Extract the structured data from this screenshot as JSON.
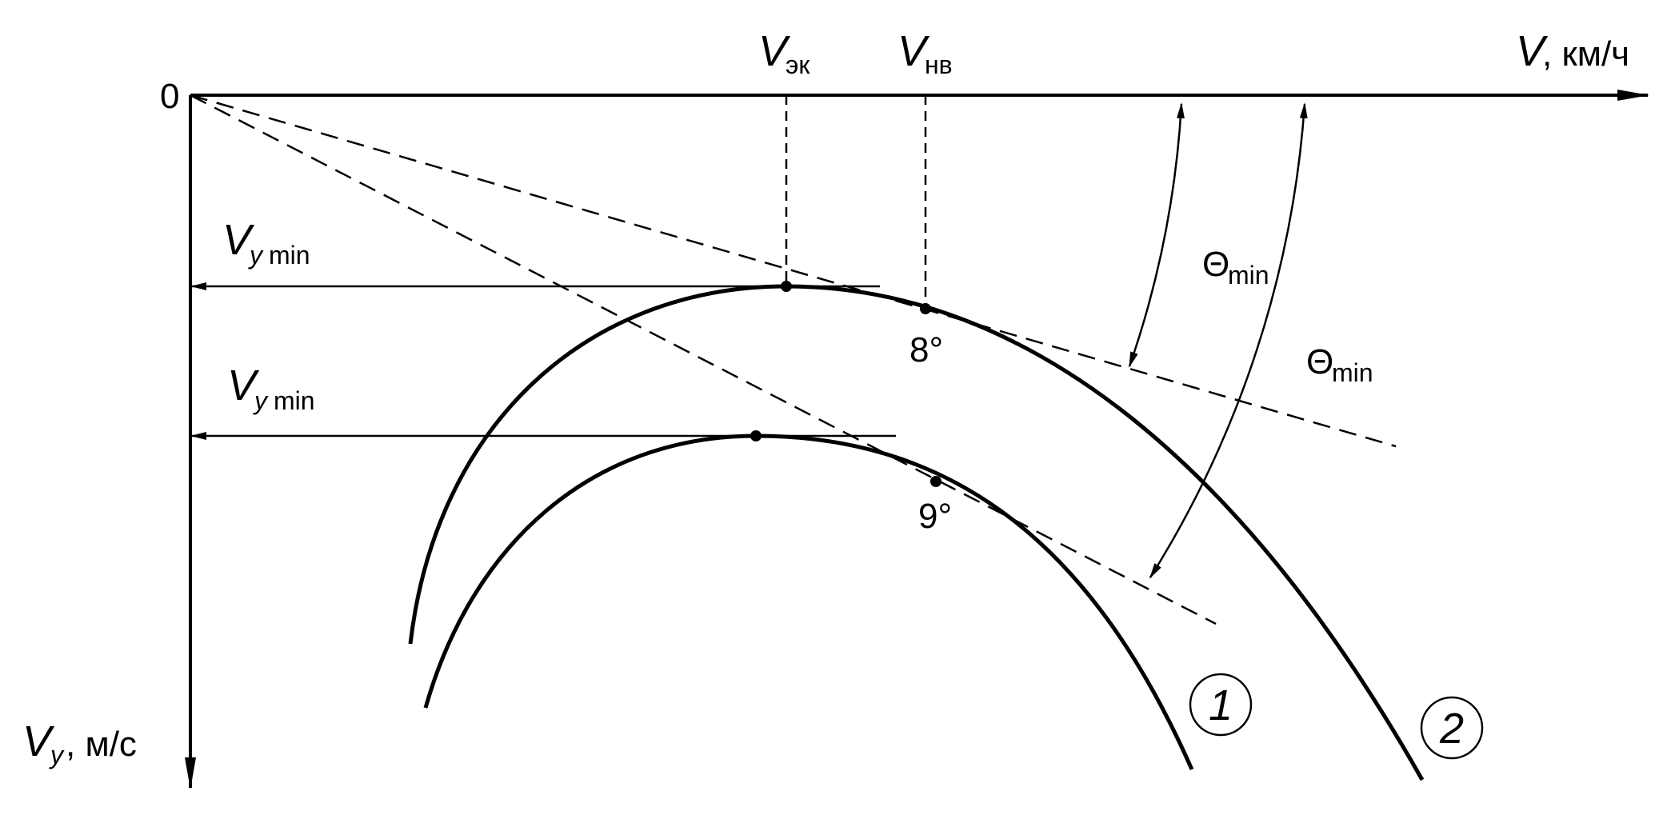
{
  "axes": {
    "origin_label": "0",
    "x_label": "V",
    "x_unit": ", км/ч",
    "y_label": "V",
    "y_sub": "y",
    "y_unit": ", м/с"
  },
  "speed_markers": [
    {
      "symbol": "V",
      "subscript": "эк"
    },
    {
      "symbol": "V",
      "subscript": "нв"
    }
  ],
  "vy_min_labels": [
    {
      "symbol": "V",
      "subscript": "y",
      "suffix": "min"
    },
    {
      "symbol": "V",
      "subscript": "y",
      "suffix": "min"
    }
  ],
  "angle_labels": [
    {
      "symbol": "Θ",
      "subscript": "min"
    },
    {
      "symbol": "Θ",
      "subscript": "min"
    }
  ],
  "point_labels": [
    "8°",
    "9°"
  ],
  "curve_labels": [
    "1",
    "2"
  ]
}
